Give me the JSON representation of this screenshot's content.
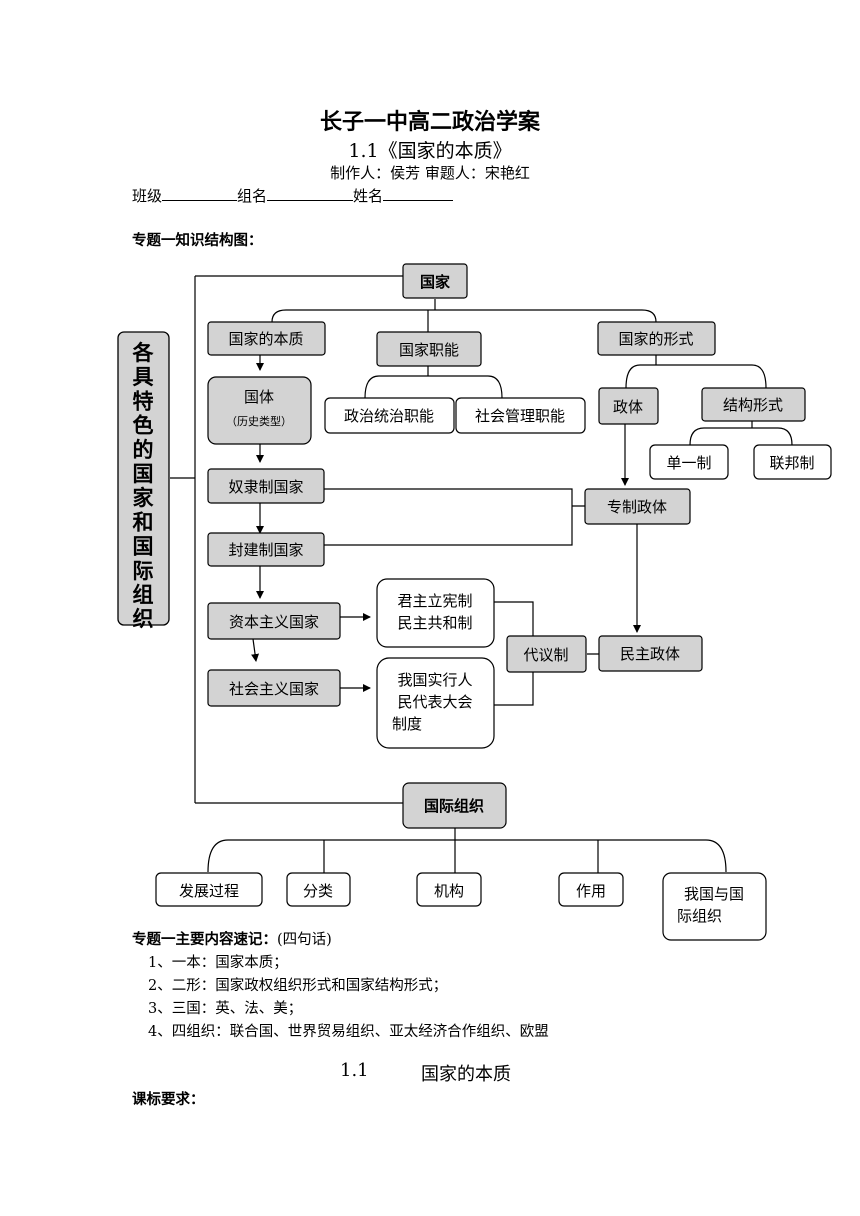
{
  "header": {
    "title": "长子一中高二政治学案",
    "subtitle": "1.1《国家的本质》",
    "authors": "制作人：侯芳   审题人：宋艳红",
    "form": {
      "class_label": "班级",
      "group_label": "组名",
      "name_label": "姓名"
    }
  },
  "section1": {
    "heading": "专题一知识结构图："
  },
  "diagram": {
    "root": "国家",
    "side": "各具特色的国家和国际组织",
    "essence": "国家的本质",
    "guoti": "国体",
    "guoti_note": "（历史类型）",
    "functions": "国家职能",
    "func_political": "政治统治职能",
    "func_social": "社会管理职能",
    "forms": "国家的形式",
    "zhengti": "政体",
    "structure": "结构形式",
    "unitary": "单一制",
    "federal": "联邦制",
    "slavery": "奴隶制国家",
    "feudal": "封建制国家",
    "capitalist": "资本主义国家",
    "socialist": "社会主义国家",
    "despotic": "专制政体",
    "cap_forms": [
      "君主立宪制",
      "民主共和制"
    ],
    "representative": "代议制",
    "democratic": "民主政体",
    "npc": [
      "我国实行人",
      "民代表大会",
      "制度"
    ],
    "intl": "国际组织",
    "intl_items": [
      "发展过程",
      "分类",
      "机构",
      "作用"
    ],
    "intl_china": [
      "我国与国",
      "际组织"
    ]
  },
  "memo": {
    "heading": "专题一主要内容速记：",
    "note": "(四句话)",
    "items": [
      "1、一本：国家本质；",
      "2、二形：国家政权组织形式和国家结构形式；",
      "3、三国：英、法、美；",
      "4、四组织：联合国、世界贸易组织、亚太经济合作组织、欧盟"
    ]
  },
  "section_title": {
    "num": "1.1",
    "name": "国家的本质"
  },
  "standard": {
    "heading": "课标要求："
  }
}
